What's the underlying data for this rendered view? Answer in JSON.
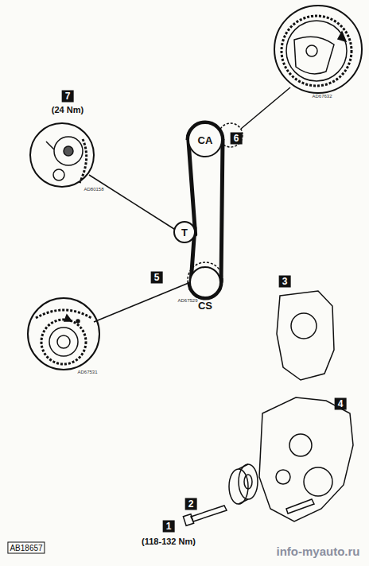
{
  "diagram": {
    "nodes": [
      {
        "text": [
          "CA"
        ]
      },
      {
        "text": [
          "T"
        ]
      },
      {
        "text": [
          "CS"
        ]
      }
    ],
    "edges": [
      {
        "from": 0,
        "to": 1,
        "arrow": "none"
      },
      {
        "from": 1,
        "to": 2,
        "arrow": "none"
      },
      {
        "from": 2,
        "to": 0,
        "arrow": "none"
      }
    ],
    "labels": [
      "7",
      "(24 Nm)",
      "AD80158",
      "6",
      "AD67632",
      "5",
      "AD67529",
      "AD67531",
      "3",
      "4",
      "2",
      "1",
      "(118-132 Nm)",
      "AB18657",
      "info-myauto.ru"
    ]
  }
}
